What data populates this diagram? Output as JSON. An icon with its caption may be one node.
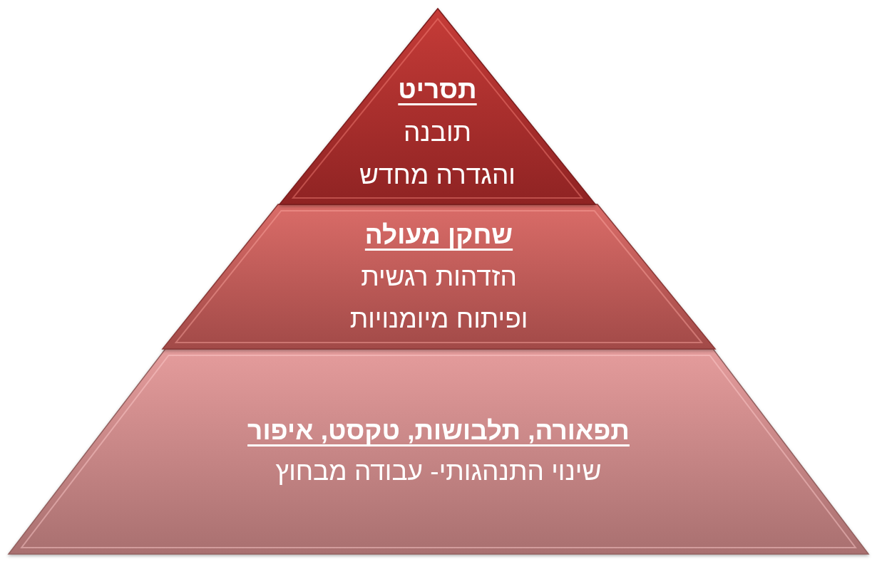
{
  "diagram": {
    "nodes": [
      {
        "text": [
          "תסריט",
          "תובנה והגדרה מחדש"
        ]
      },
      {
        "text": [
          "שחקן מעולה",
          "הזדהות רגשית ופיתוח מיומנויות"
        ]
      },
      {
        "text": [
          "תפאורה, תלבושות, טקסט, איפור",
          "שינוי התנהגותי- עבודה מבחוץ"
        ]
      }
    ]
  }
}
